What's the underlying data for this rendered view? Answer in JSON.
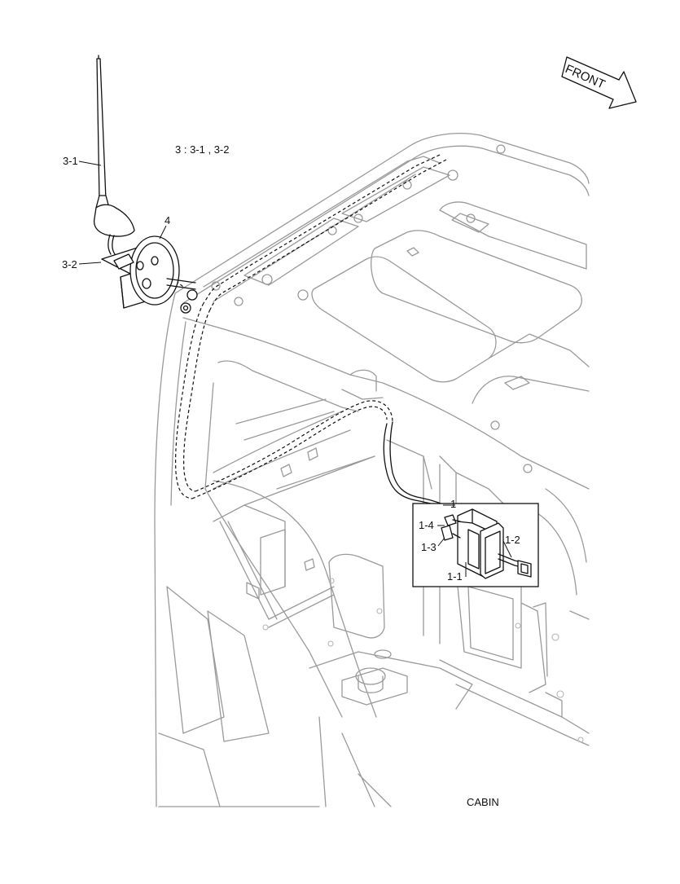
{
  "callouts": {
    "c3_1": "3-1",
    "c3_2": "3-2",
    "c4": "4",
    "c1": "1",
    "c1_1": "1-1",
    "c1_2": "1-2",
    "c1_3": "1-3",
    "c1_4": "1-4"
  },
  "note": "3 : 3-1 , 3-2",
  "front_label": "FRONT",
  "caption": "CABIN"
}
